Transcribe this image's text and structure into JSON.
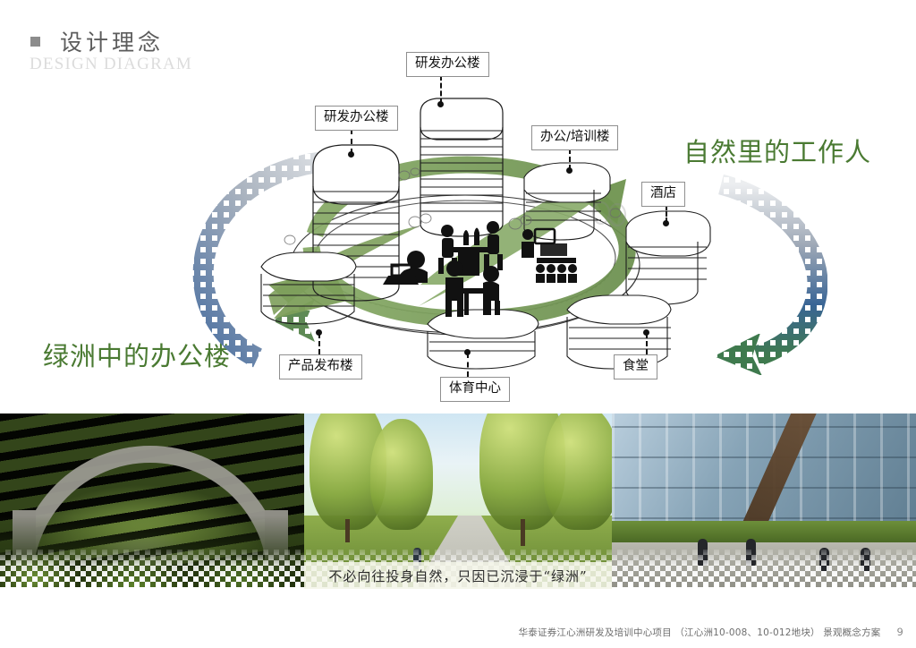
{
  "header": {
    "bullet_icon": "square-bullet-icon",
    "title_cn": "设计理念",
    "title_en": "DESIGN DIAGRAM"
  },
  "headlines": {
    "right": "自然里的工作人",
    "left": "绿洲中的办公楼",
    "color": "#4a7a32"
  },
  "diagram": {
    "name": "design-concept-diagram",
    "inner_ring_color": "#7d9f5b",
    "outer_ring_color_start": "#b9bfc6",
    "outer_ring_color_end": "#3f7a4e",
    "callouts": [
      {
        "id": "rd-office-top",
        "label": "研发办公楼"
      },
      {
        "id": "rd-office-left",
        "label": "研发办公楼"
      },
      {
        "id": "office-training",
        "label": "办公/培训楼"
      },
      {
        "id": "hotel",
        "label": "酒店"
      },
      {
        "id": "product-launch",
        "label": "产品发布楼"
      },
      {
        "id": "sports-center",
        "label": "体育中心"
      },
      {
        "id": "canteen",
        "label": "食堂"
      }
    ],
    "pictograms": [
      "person-laptop-icon",
      "meeting-table-icon",
      "desk-discussion-icon",
      "presentation-audience-icon"
    ]
  },
  "photo_strip": {
    "photos": [
      {
        "id": "photo-pergola-garden",
        "alt": "pergola-over-garden"
      },
      {
        "id": "photo-park-path",
        "alt": "sunlit-park-walkway"
      },
      {
        "id": "photo-glass-facade",
        "alt": "glass-facade-plaza"
      }
    ],
    "caption": "不必向往投身自然，只因已沉浸于“绿洲”"
  },
  "footer": {
    "project": "华泰证券江心洲研发及培训中心项目 （江心洲10-008、10-012地块） 景观概念方案",
    "page_number": "9"
  }
}
